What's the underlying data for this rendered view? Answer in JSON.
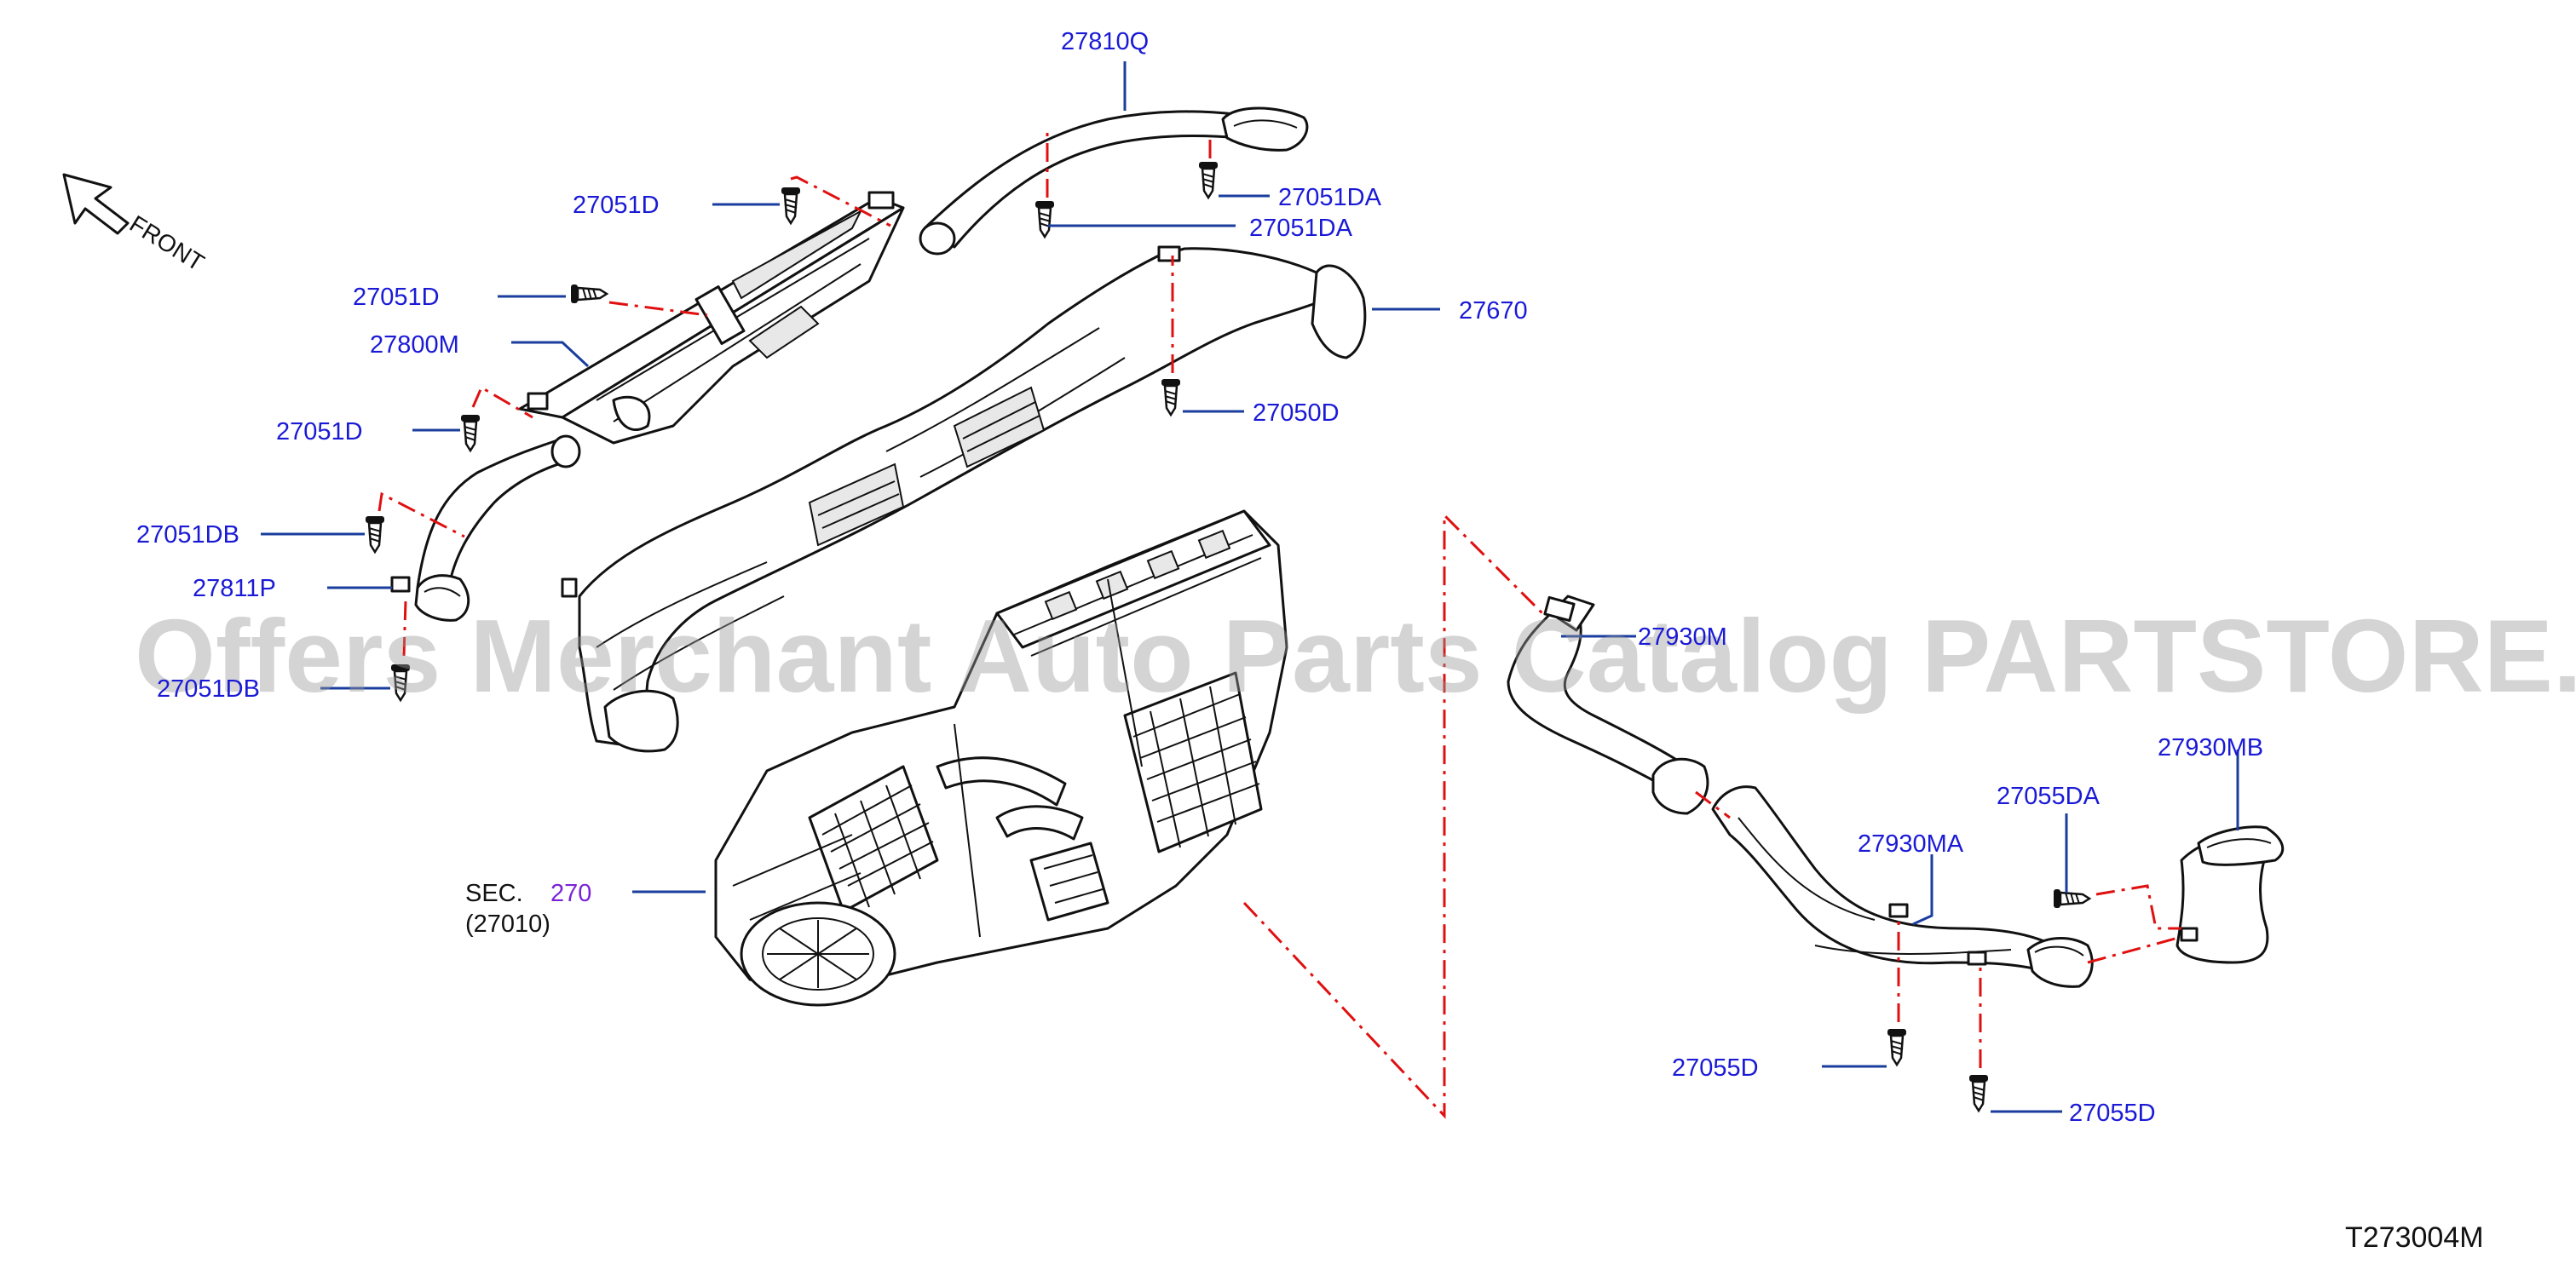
{
  "labels": {
    "p27810Q": "27810Q",
    "p27051DA_1": "27051DA",
    "p27051DA_2": "27051DA",
    "p27051D_1": "27051D",
    "p27051D_2": "27051D",
    "p27051D_3": "27051D",
    "p27800M": "27800M",
    "p27670": "27670",
    "p27050D": "27050D",
    "p27051DB_1": "27051DB",
    "p27811P": "27811P",
    "p27051DB_2": "27051DB",
    "p27930M": "27930M",
    "p27930MB": "27930MB",
    "p27055DA": "27055DA",
    "p27930MA": "27930MA",
    "p27055D_1": "27055D",
    "p27055D_2": "27055D"
  },
  "section": {
    "prefix": "SEC.",
    "number": "270",
    "sub": "(27010)"
  },
  "direction": {
    "front": "FRONT"
  },
  "watermark": "Offers Merchant Auto Parts Catalog PARTSTORE.SA",
  "diagram_code": "T273004M",
  "colors": {
    "label_blue": "#1a1ad6",
    "leader_blue": "#1a3d9e",
    "reference_red": "#e01010",
    "section_purple": "#7b22d6"
  },
  "icons": [
    "front-arrow-icon",
    "screw-icon"
  ]
}
